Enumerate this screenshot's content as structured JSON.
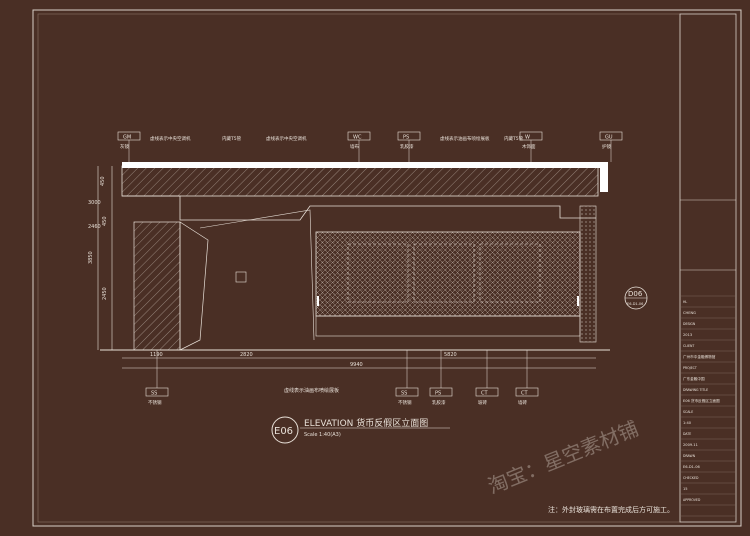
{
  "title_block": {
    "badge": "E06",
    "title": "ELEVATION 货币反假区立面图",
    "scale": "Scale 1:40(A3)"
  },
  "callouts_top": [
    {
      "code": "GM",
      "label": "灰镜"
    },
    {
      "code": "WC",
      "label": "墙布"
    },
    {
      "code": "PS",
      "label": "乳胶漆"
    },
    {
      "code": "W",
      "label": "木饰面"
    },
    {
      "code": "GU",
      "label": "护镜"
    }
  ],
  "callouts_bottom": [
    {
      "code": "SS",
      "label": "不锈钢"
    },
    {
      "code": "SS",
      "label": "不锈钢"
    },
    {
      "code": "PS",
      "label": "乳胶漆"
    },
    {
      "code": "CT",
      "label": "玻砖"
    },
    {
      "code": "CT",
      "label": "墙砖"
    }
  ],
  "notes_top": [
    "虚线表示中央空调机",
    "内藏T5管",
    "虚线表示中央空调机",
    "虚线表示油画布喷绘展板",
    "内藏T5管"
  ],
  "note_bottom": "虚线表示油画布喷绘展板",
  "dims_left": [
    "450",
    "3000",
    "2460",
    "2450",
    "3850",
    "450"
  ],
  "dims_bottom": [
    "1190",
    "2820",
    "5820",
    "9940"
  ],
  "section_marker": {
    "id": "D06",
    "ref": "E6-D1-06"
  },
  "footer_note": "注：外封玻璃需在布置完成后方可施工。",
  "watermark": "淘宝：星空素材铺",
  "right_panel": {
    "labels": [
      "HL",
      "DESIGN",
      "CLIENT",
      "PROJECT",
      "DRAWING TITLE",
      "SCALE",
      "DATE",
      "DRAWN",
      "CHECKED",
      "APPROVED"
    ],
    "values": [
      "CHENG",
      "2013",
      "广州市中金融博物馆",
      "广东金融中国",
      "E06 货币反假区立面图",
      "1:40",
      "2009.11",
      "E6-D1-06",
      "15"
    ]
  }
}
